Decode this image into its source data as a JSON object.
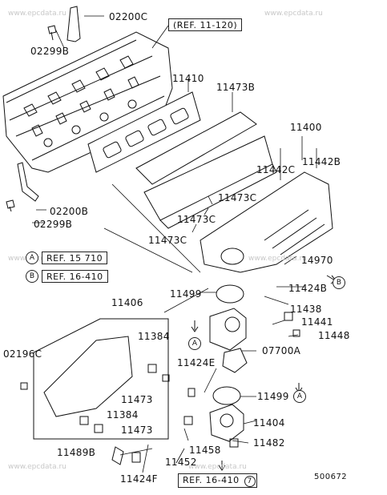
{
  "watermarks": [
    "www.epcdata.ru",
    "www.epcdata.ru",
    "www.epcdata.ru",
    "www.epcdata.ru",
    "www.epcdata.ru",
    "www.epcdata.ru"
  ],
  "parts": {
    "p02200c": "02200C",
    "p02299b_top": "02299B",
    "p11410": "11410",
    "p11473b": "11473B",
    "p11400": "11400",
    "p11442c": "11442C",
    "p11442b": "11442B",
    "p11473c_a": "11473C",
    "p11473c_b": "11473C",
    "p11473c_c": "11473C",
    "p02200b": "02200B",
    "p02299b_bottom": "02299B",
    "p14970": "14970",
    "p11424b": "11424B",
    "p11499_top": "11499",
    "p11438": "11438",
    "p11441": "11441",
    "p11448": "11448",
    "p07700a": "07700A",
    "p11406": "11406",
    "p11384_a": "11384",
    "p02196c": "02196C",
    "p11424e": "11424E",
    "p11499_mid": "11499",
    "p11473_a": "11473",
    "p11384_b": "11384",
    "p11473_b": "11473",
    "p11404": "11404",
    "p11482": "11482",
    "p11458": "11458",
    "p11489b": "11489B",
    "p11452": "11452",
    "p11424f": "11424F"
  },
  "refs": {
    "top": "(REF. 11-120)",
    "a_text": "REF. 15 710",
    "b_text": "REF. 16-410",
    "bottom_text": "REF. 16-410",
    "bottom_circle": "7"
  },
  "markers": {
    "a": "A",
    "b": "B"
  },
  "diagram_code": "500672"
}
